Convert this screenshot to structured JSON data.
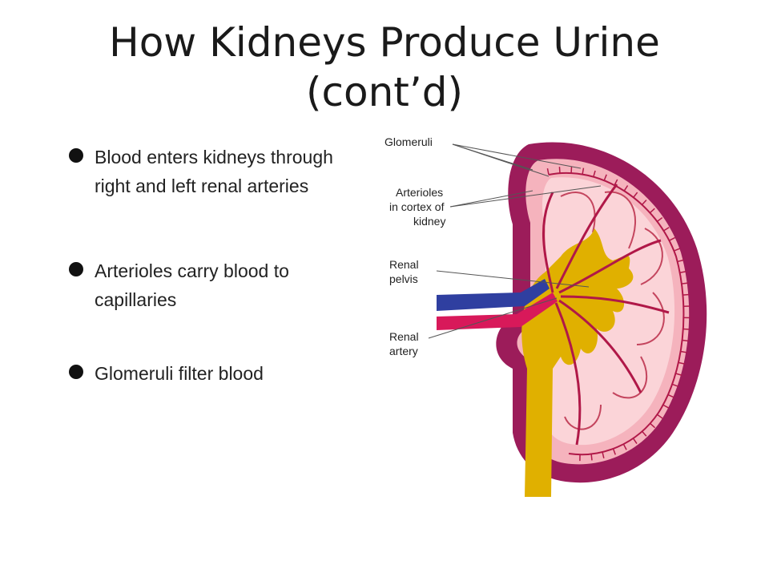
{
  "title": {
    "line1": "How Kidneys Produce Urine",
    "line2": "(cont’d)"
  },
  "bullets": [
    {
      "pre": "Blood enters kidneys through right and left ",
      "term": "renal arteries",
      "post": ""
    },
    {
      "pre": "",
      "term": "Arterioles",
      "mid": " carry blood to ",
      "term2": "capillaries",
      "post": ""
    },
    {
      "pre": "",
      "term": "Glomeruli",
      "post": " filter blood"
    }
  ],
  "diagram": {
    "labels": {
      "glomeruli": "Glomeruli",
      "arterioles_1": "Arterioles",
      "arterioles_2": "in cortex of",
      "arterioles_3": "kidney",
      "pelvis_1": "Renal",
      "pelvis_2": "pelvis",
      "artery_1": "Renal",
      "artery_2": "artery"
    },
    "colors": {
      "capsule": "#9c1c5a",
      "cortex": "#f7c0c6",
      "pelvis": "#e0b000",
      "artery": "#d8195a",
      "vein": "#2f3fa0",
      "vessel": "#b01848"
    }
  }
}
